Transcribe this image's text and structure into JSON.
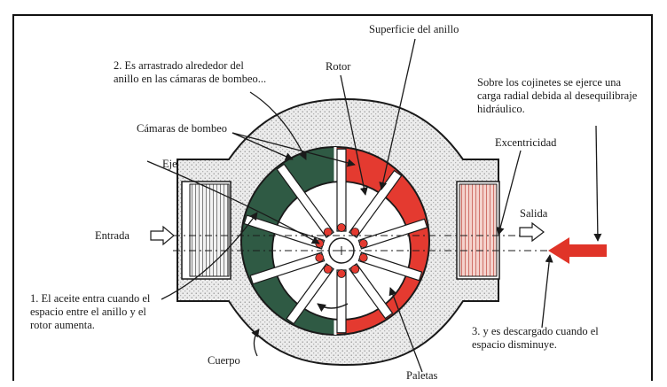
{
  "colors": {
    "background": "#ffffff",
    "housing_fill": "#e6e6e6",
    "ring_line": "#1a1a1a",
    "dark_chamber": "#2f5a44",
    "red_chamber": "#e43a30",
    "arrow_red": "#e03428",
    "vane_fill": "#ffffff"
  },
  "icons": [
    "outlet-arrow-icon",
    "inlet-arrow-icon",
    "rotation-arrow-icon",
    "radial-load-arrow-icon"
  ],
  "labels": {
    "superficie": "Superficie del anillo",
    "arrastrado": "2. Es arrastrado alrededor del\nanillo en las cámaras de bombeo...",
    "rotor": "Rotor",
    "cojinetes": "Sobre los cojinetes se ejerce una\ncarga radial debida al desequilibraje\nhidráulico.",
    "camaras": "Cámaras de bombeo",
    "excentricidad": "Excentricidad",
    "eje": "Eje",
    "salida": "Salida",
    "entrada": "Entrada",
    "entra": "1. El aceite entra cuando el\nespacio entre el anillo y el\nrotor aumenta.",
    "descargado": "3. y es descargado cuando el\nespacio disminuye.",
    "cuerpo": "Cuerpo",
    "paletas": "Paletas"
  }
}
